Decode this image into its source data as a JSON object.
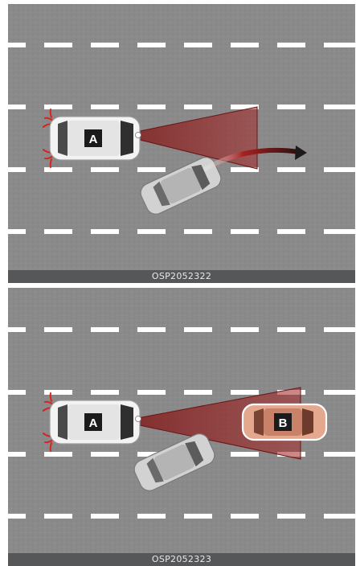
{
  "panels": [
    {
      "caption": "OSP2052322",
      "vehicle_a_label": "A"
    },
    {
      "caption": "OSP2052323",
      "vehicle_a_label": "A",
      "vehicle_b_label": "B"
    }
  ],
  "colors": {
    "road": "#8a8a8a",
    "lane_marking": "#ffffff",
    "detection_zone": "#8c1f1f",
    "hazard_light": "#d8231f",
    "own_vehicle_body": "#f2f2f2",
    "cutting_in_vehicle_body": "#cfcfcf",
    "detected_vehicle_body": "#e0a58c",
    "caption_bar": "#555759"
  }
}
